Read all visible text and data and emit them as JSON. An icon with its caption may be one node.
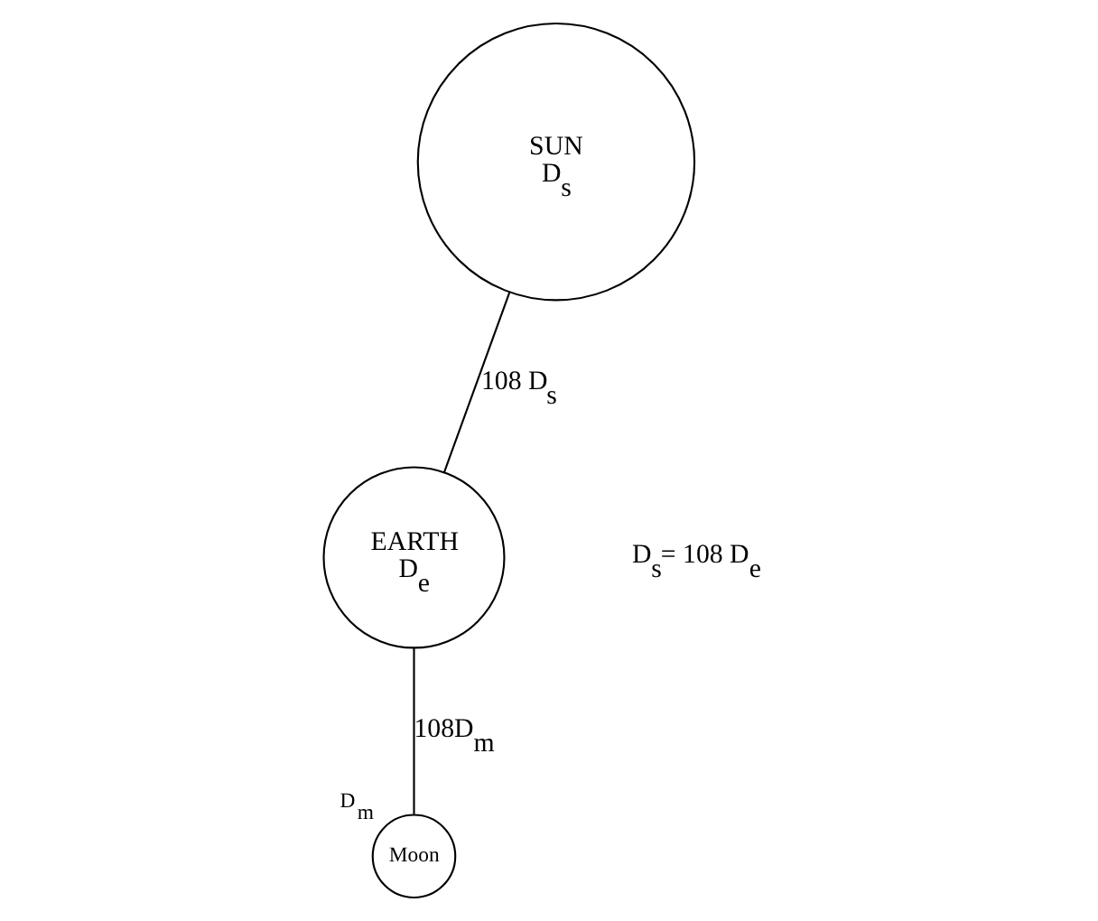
{
  "diagram": {
    "nodes": [
      {
        "text": [
          "SUN",
          "D$_{s}$"
        ]
      },
      {
        "text": [
          "EARTH",
          "D$_{e}$"
        ]
      },
      {
        "text": [
          "Moon"
        ],
        "beside": [
          "D$_{m}$"
        ]
      }
    ],
    "edges": [
      {
        "from": 0,
        "to": 1,
        "arrow": "none",
        "label": "108 D$_{s}$"
      },
      {
        "from": 1,
        "to": 2,
        "arrow": "none",
        "label": "108D$_{m}$"
      }
    ],
    "labels": [
      "D$_{s}$= 108 D$_{e}$"
    ]
  }
}
